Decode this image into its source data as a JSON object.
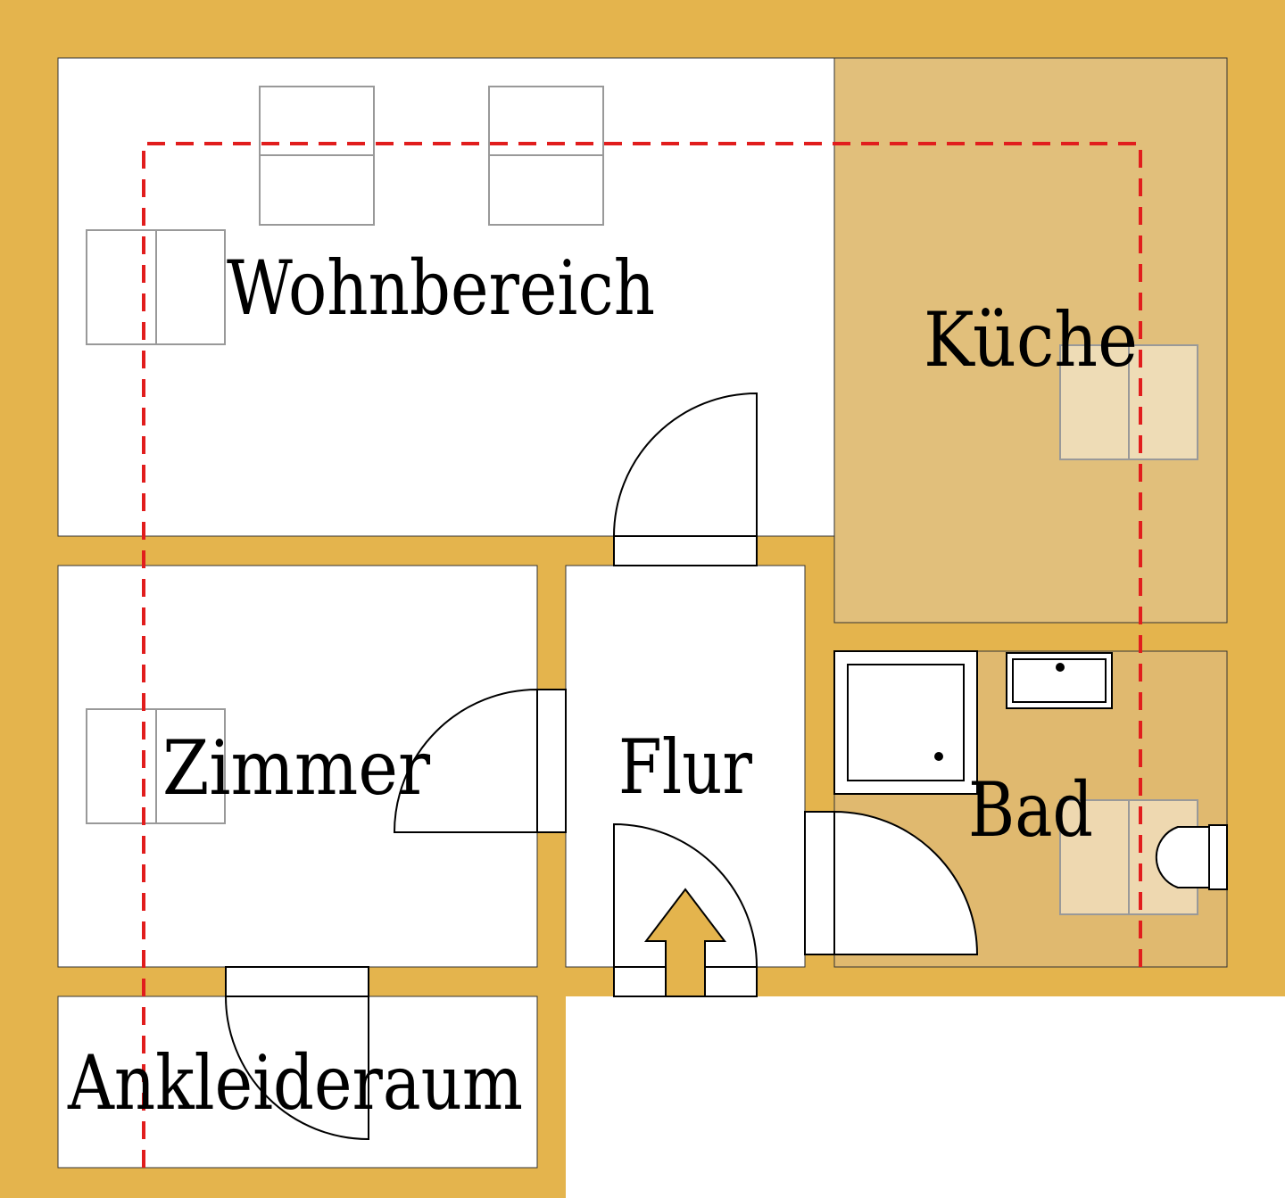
{
  "colors": {
    "wall": "#E4B44D",
    "kitchen_floor": "#E1BF7B",
    "bath_floor": "#E0B96F",
    "room_floor": "#FFFFFF",
    "window_outline": "#999999",
    "route_line": "#E11D1D",
    "entrance_arrow": "#E4B44D"
  },
  "rooms": {
    "wohnbereich": "Wohnbereich",
    "kueche": "Küche",
    "zimmer": "Zimmer",
    "flur": "Flur",
    "bad": "Bad",
    "ankleideraum": "Ankleideraum"
  }
}
